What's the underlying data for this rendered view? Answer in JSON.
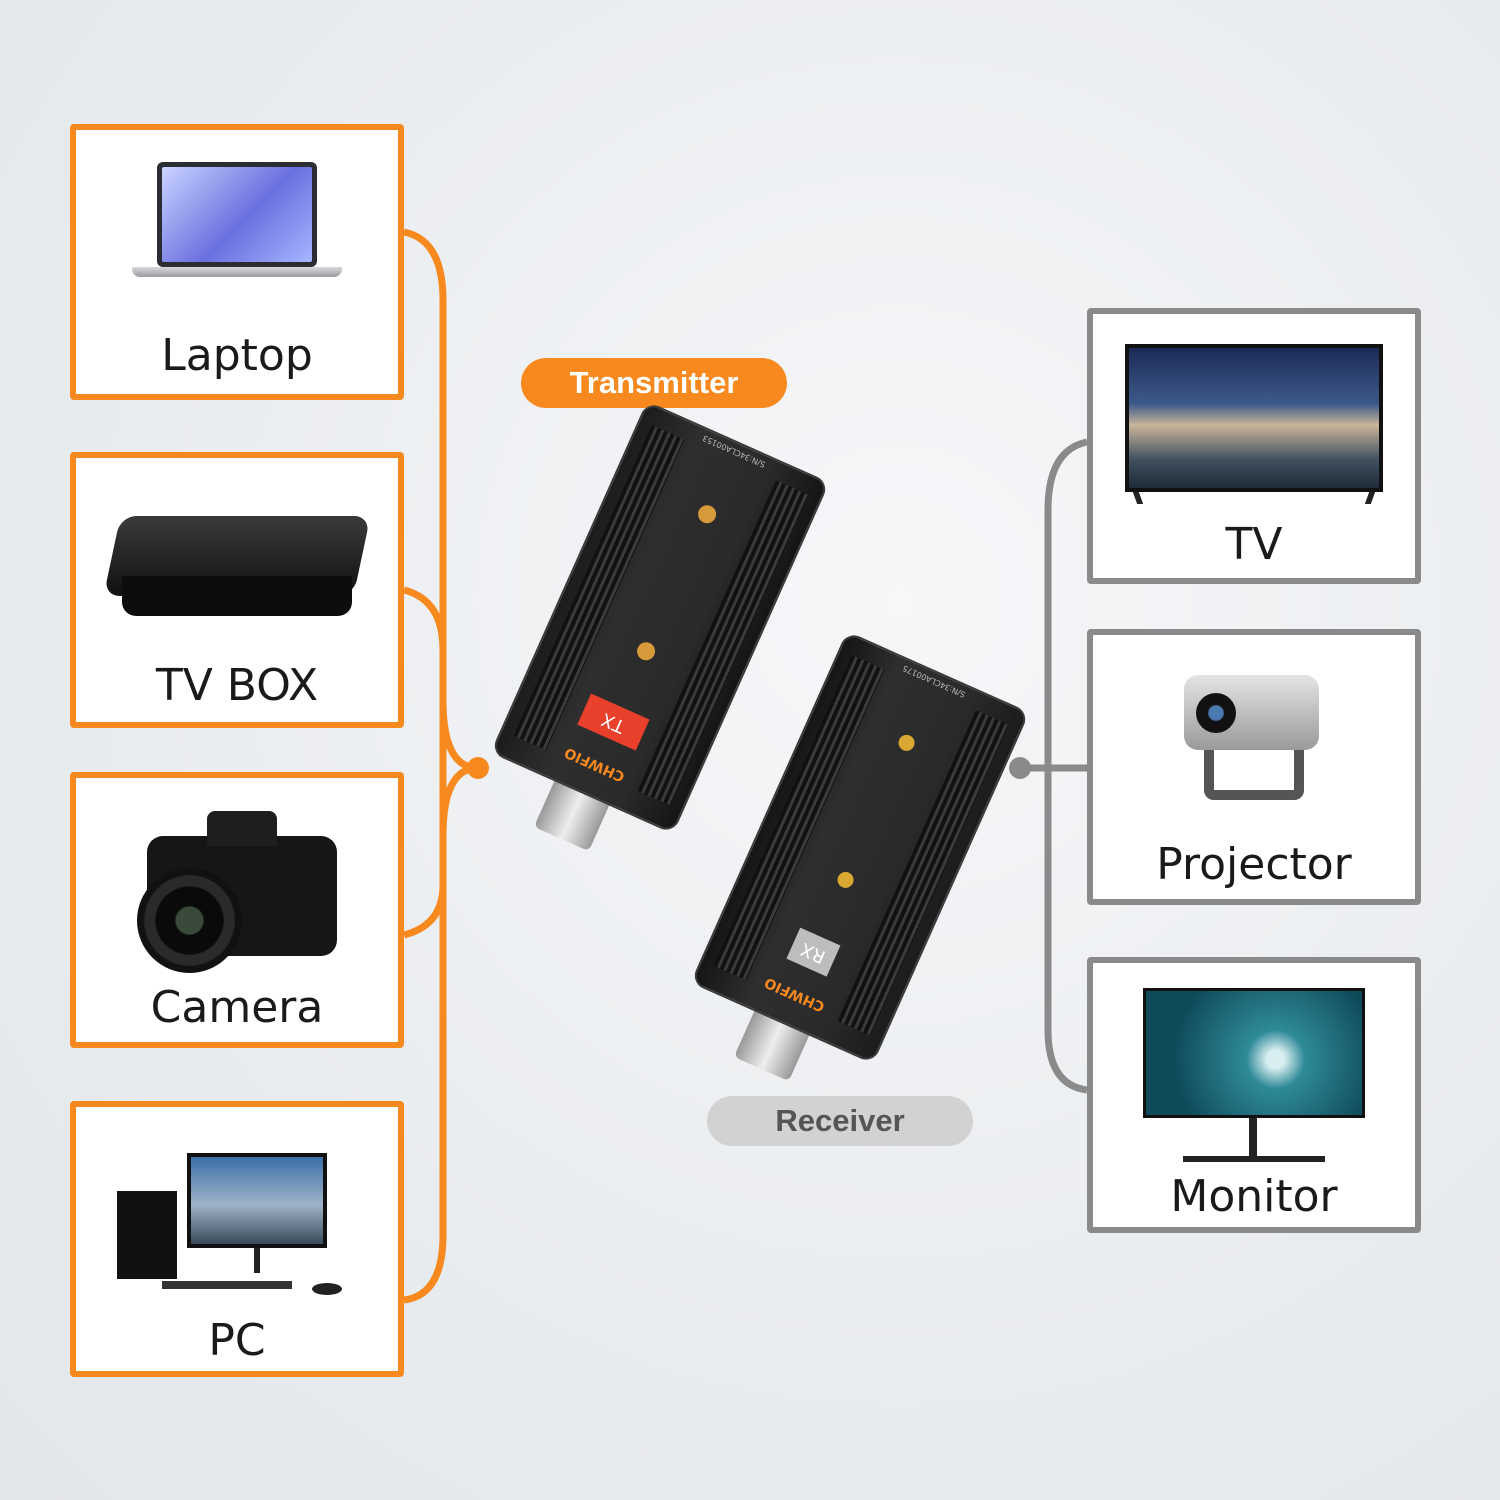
{
  "sources": [
    {
      "label": "Laptop",
      "icon": "laptop-icon"
    },
    {
      "label": "TV BOX",
      "icon": "tv-box-icon"
    },
    {
      "label": "Camera",
      "icon": "camera-icon"
    },
    {
      "label": "PC",
      "icon": "pc-icon"
    }
  ],
  "displays": [
    {
      "label": "TV",
      "icon": "tv-icon"
    },
    {
      "label": "Projector",
      "icon": "projector-icon"
    },
    {
      "label": "Monitor",
      "icon": "monitor-icon"
    }
  ],
  "transmitter": {
    "label": "Transmitter",
    "badge": "TX",
    "brand": "CHWFIO",
    "serial": "S/N:34CLA00153"
  },
  "receiver": {
    "label": "Receiver",
    "badge": "RX",
    "brand": "CHWFIO",
    "serial": "S/N:34CLA00175"
  },
  "colors": {
    "source": "#f7891f",
    "display": "#8a8a8a",
    "tx_badge": "#e8402a",
    "rx_badge": "#bdbdbd"
  }
}
